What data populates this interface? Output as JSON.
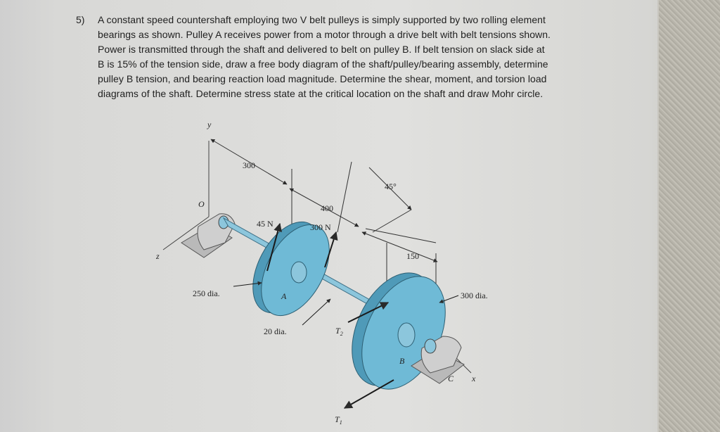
{
  "problem": {
    "number": "5)",
    "lines": [
      "A constant speed countershaft employing two V belt pulleys is simply supported by two rolling element",
      "bearings as shown.  Pulley A receives power from a motor through a drive belt with belt tensions shown.",
      "Power is transmitted through the shaft and delivered to belt on pulley B.  If belt tension on slack side at",
      "B is 15% of the tension side, draw a free body diagram of the shaft/pulley/bearing assembly, determine",
      "pulley B tension, and bearing reaction load magnitude.  Determine the shear, moment, and torsion load",
      "diagrams of the shaft.  Determine stress state at the critical location on the shaft and draw Mohr circle."
    ]
  },
  "figure": {
    "labels": {
      "y": "y",
      "o": "O",
      "z": "z",
      "x": "x",
      "dim_300": "300",
      "dim_400": "400",
      "dim_150": "150",
      "angle": "45°",
      "force_45": "45 N",
      "force_300": "300 N",
      "dia_250": "250 dia.",
      "dia_20": "20 dia.",
      "dia_300": "300 dia.",
      "pulley_a": "A",
      "pulley_b": "B",
      "bearing_c": "C",
      "t1": "T",
      "t1_sub": "1",
      "t2": "T",
      "t2_sub": "2"
    },
    "colors": {
      "pulley": "#6fbad6",
      "pulley_dark": "#4f9ab8",
      "shaft": "#8cc6dc",
      "bearing": "#c8c8c8",
      "line": "#2a2a2a"
    }
  }
}
